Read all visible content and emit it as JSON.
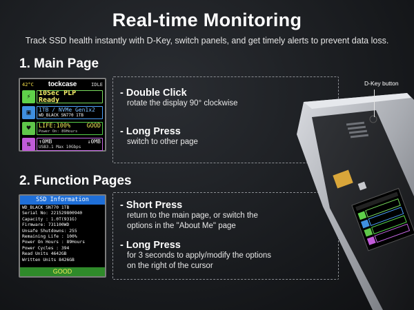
{
  "header": {
    "title": "Real-time Monitoring",
    "subtitle": "Track SSD health instantly with D-Key, switch panels, and get timely alerts to prevent data loss."
  },
  "main_page": {
    "section_title": "1. Main Page",
    "screen": {
      "temp": "42°C",
      "brand": "tockcase",
      "status": "IDLE",
      "plp": "10Sec PLP Ready",
      "drive_line1": "1TB / NVMe Gen1x2",
      "drive_line2": "WD_BLACK SN770 1TB",
      "life_label": "LIFE:100%",
      "life_status": "GOOD",
      "power_on": "Power On:   89Hours",
      "read": "↑0MB",
      "write": "↓0MB",
      "usb": "USB3.1 Max 10Gbps"
    },
    "actions": [
      {
        "title": "- Double Click",
        "desc": "rotate the display 90° clockwise"
      },
      {
        "title": "- Long Press",
        "desc": "switch to other page"
      }
    ]
  },
  "function_pages": {
    "section_title": "2. Function Pages",
    "screen": {
      "header": "SSD  Information",
      "lines": [
        "WD_BLACK SN770 1TB",
        "Serial No: 221529800940",
        "Capacity : 1.0T(931G)",
        "Firmware: 731100WD",
        "Unsafe Shutdowns: 255",
        "Remaining Life  :  100%",
        "Power On Hours : 89Hours",
        "Power Cycles    : 394",
        "Read Units      4642GB",
        "Written Units    8426GB"
      ],
      "status": "GOOD"
    },
    "actions": [
      {
        "title": "- Short Press",
        "desc1": "return to the main page, or switch the",
        "desc2": "options in the \"About Me\" page"
      },
      {
        "title": "- Long Press",
        "desc1": "for 3 seconds to apply/modify the options",
        "desc2": "on the right of the cursor"
      }
    ]
  },
  "device": {
    "dkey_label": "D-Key button",
    "body_color": "#b9bcc2",
    "accent_color": "#d9a63a"
  }
}
